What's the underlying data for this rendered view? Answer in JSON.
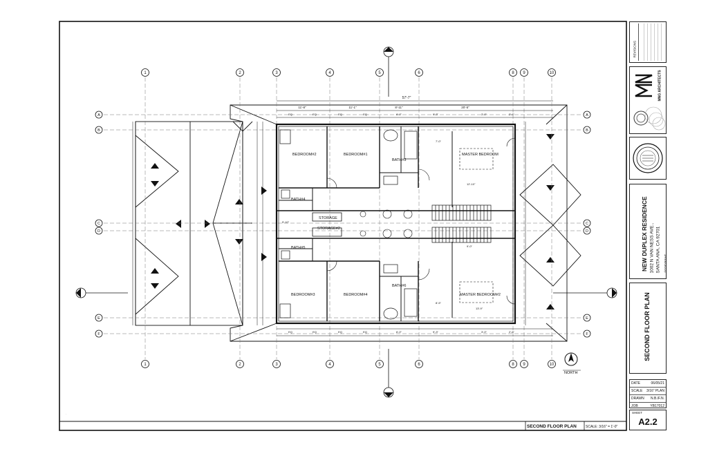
{
  "rooms": {
    "bedroom2": "BEDROOM#2",
    "bedroom1": "BEDROOM#1",
    "master1": "MASTER BEDROOM",
    "bath4": "BATH#4",
    "bath3": "BATH#3",
    "storage1": "STORAGE",
    "storage2": "STORAGE#2",
    "bath5": "BATH#5",
    "bedroom3": "BEDROOM#3",
    "bedroom4": "BEDROOM#4",
    "bath6": "BATH#6",
    "master2": "MASTER BEDROOM#2"
  },
  "grid": {
    "columns": [
      "1",
      "2",
      "3",
      "4",
      "5",
      "6",
      "8",
      "9",
      "10"
    ],
    "rows": [
      "A",
      "B",
      "C",
      "D",
      "E",
      "F"
    ]
  },
  "dimensions": {
    "overall": "57'-7\"",
    "top_segments": [
      "11'-8\"",
      "11'-1\"",
      "8'-11\"",
      "20'-5\""
    ],
    "sub_segments": [
      "EQ",
      "EQ",
      "EQ",
      "EQ",
      "6'-0\"",
      "9'-3\"",
      "3'-0\"",
      "2'-6\""
    ],
    "misc": [
      "7'-0\"",
      "12'-10\"",
      "13'-9\"",
      "8'-5\"",
      "5'-10\"",
      "9'-0\""
    ]
  },
  "north_label": "NORTH",
  "footer": {
    "sheet_title": "SECOND FLOOR PLAN",
    "scale": "SCALE: 3/16\" = 1'-0\""
  },
  "title_block": {
    "revisions": "REVISIONS",
    "firm": "MNG ARCHITECTS",
    "project_name": "NEW DUPLEX RESIDENCE",
    "address1": "1002 N VAN NESS AVE.,",
    "address2": "SANTA ANA, CA 92701",
    "copyright": "©COPYRIGHT",
    "sheet_title": "SECOND FLOOR PLAN",
    "info": [
      {
        "label": "DATE",
        "value": "06/05/21"
      },
      {
        "label": "SCALE",
        "value": "3/16\" PLAN"
      },
      {
        "label": "DRAWN",
        "value": "N.B./F.N."
      },
      {
        "label": "JOB",
        "value": "YB17012"
      }
    ],
    "sheet_label": "SHEET",
    "sheet_number": "A2.2"
  },
  "colors": {
    "ink": "#111111",
    "grid_line": "#777777",
    "paper": "#ffffff"
  }
}
